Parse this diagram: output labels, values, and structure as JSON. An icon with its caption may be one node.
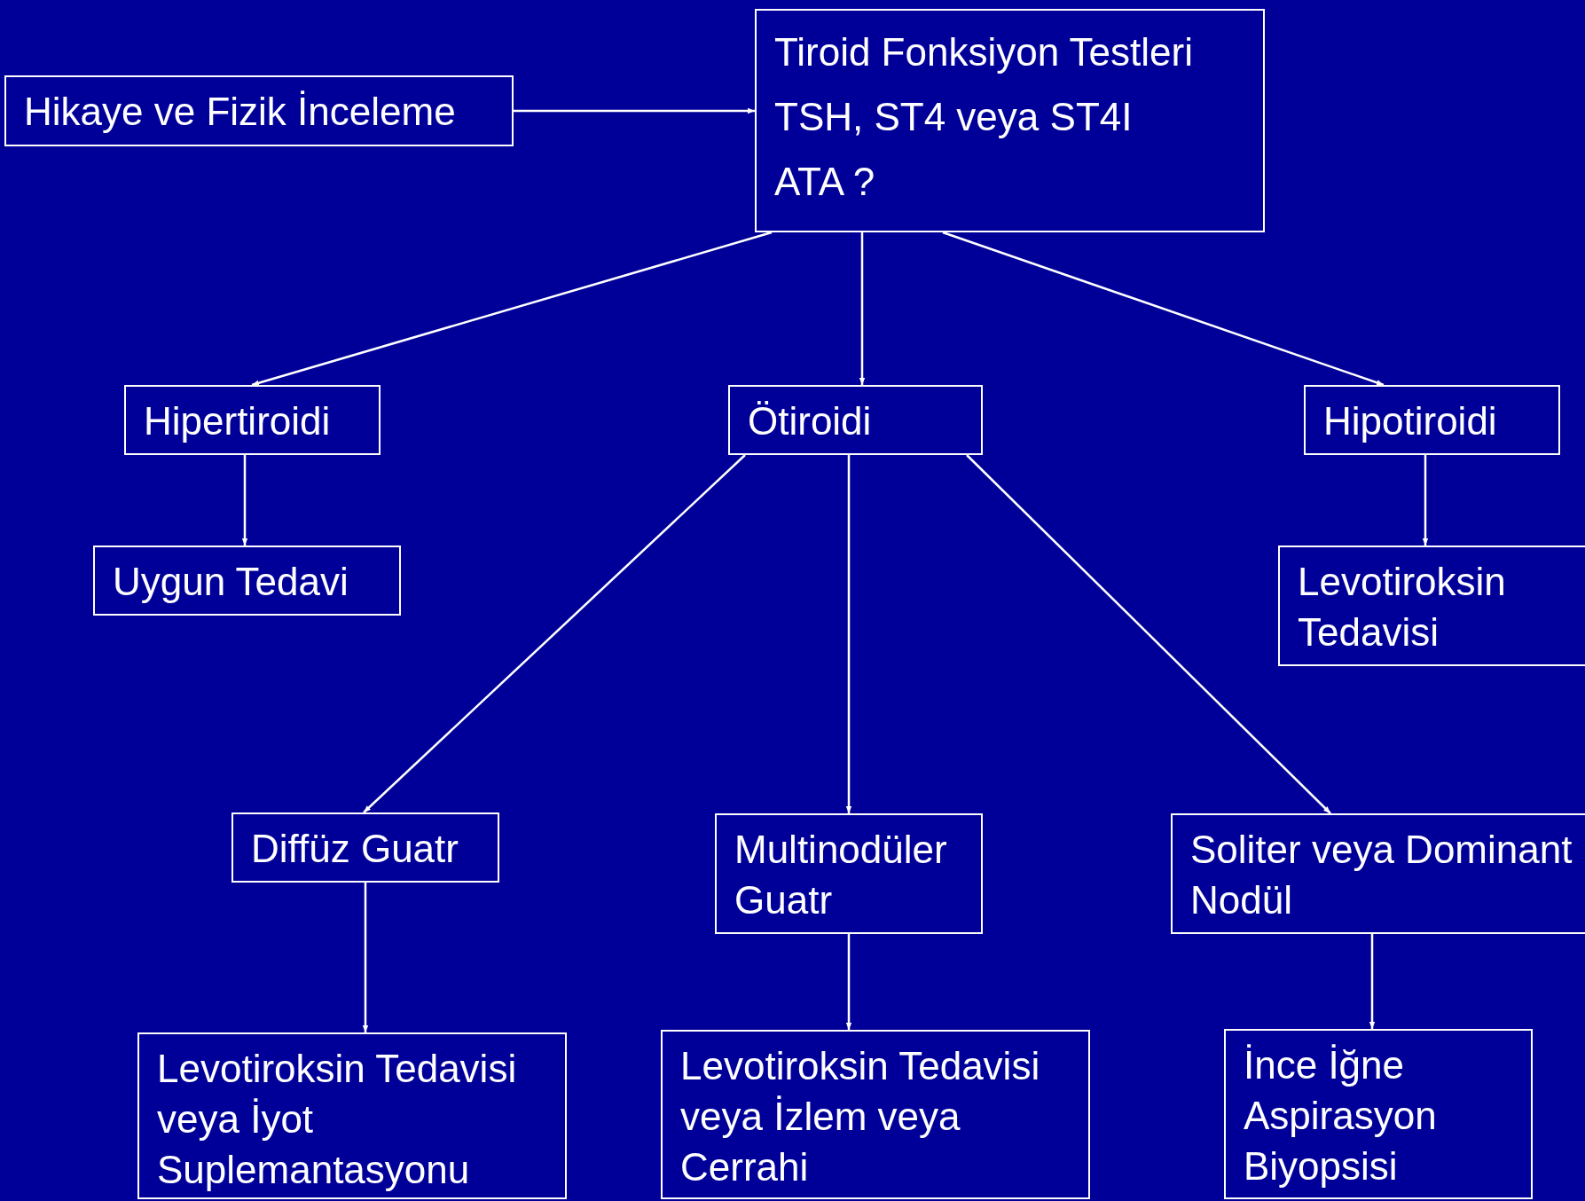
{
  "diagram": {
    "nodes": [
      {
        "text": [
          "Hikaye ve Fizik İnceleme"
        ]
      },
      {
        "text": [
          "Tiroid Fonksiyon Testleri",
          "TSH, ST4 veya ST4I",
          "ATA ?"
        ]
      },
      {
        "text": [
          "Hipertiroidi"
        ]
      },
      {
        "text": [
          "Ötiroidi"
        ]
      },
      {
        "text": [
          "Hipotiroidi"
        ]
      },
      {
        "text": [
          "Uygun Tedavi"
        ]
      },
      {
        "text": [
          "Levotiroksin Tedavisi"
        ]
      },
      {
        "text": [
          "Diffüz Guatr"
        ]
      },
      {
        "text": [
          "Multinodüler Guatr"
        ]
      },
      {
        "text": [
          "Soliter veya Dominant Nodül"
        ]
      },
      {
        "text": [
          "Levotiroksin Tedavisi veya İyot Suplemantasyonu"
        ]
      },
      {
        "text": [
          "Levotiroksin Tedavisi veya İzlem veya Cerrahi"
        ]
      },
      {
        "text": [
          "İnce İğne Aspirasyon Biyopsisi"
        ]
      }
    ],
    "edges": [
      {
        "from": 0,
        "to": 1,
        "arrow": "to"
      },
      {
        "from": 1,
        "to": 2,
        "arrow": "to"
      },
      {
        "from": 1,
        "to": 3,
        "arrow": "to"
      },
      {
        "from": 1,
        "to": 4,
        "arrow": "to"
      },
      {
        "from": 2,
        "to": 5,
        "arrow": "to"
      },
      {
        "from": 4,
        "to": 6,
        "arrow": "to"
      },
      {
        "from": 3,
        "to": 7,
        "arrow": "to"
      },
      {
        "from": 3,
        "to": 8,
        "arrow": "to"
      },
      {
        "from": 3,
        "to": 9,
        "arrow": "to"
      },
      {
        "from": 7,
        "to": 10,
        "arrow": "to"
      },
      {
        "from": 8,
        "to": 11,
        "arrow": "to"
      },
      {
        "from": 9,
        "to": 12,
        "arrow": "to"
      }
    ]
  }
}
